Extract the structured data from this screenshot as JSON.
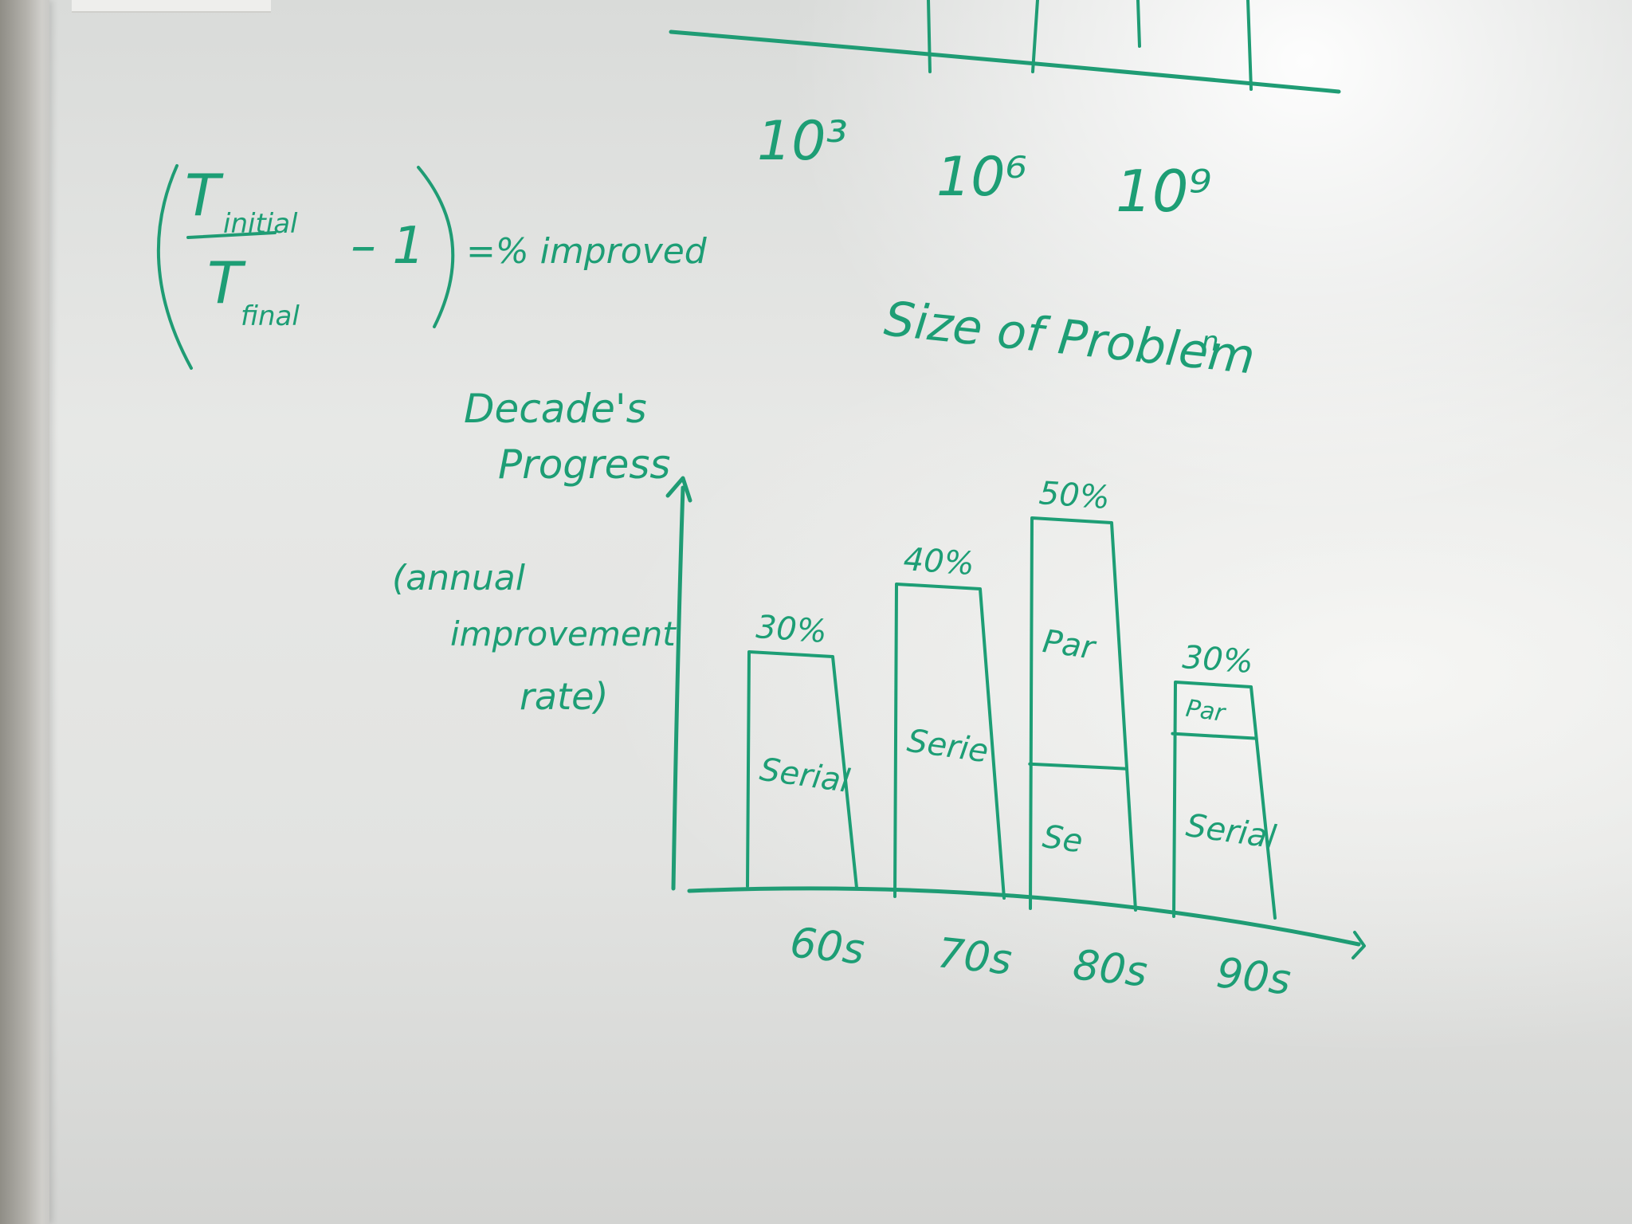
{
  "whiteboard": {
    "formula": {
      "numerator_symbol": "T",
      "numerator_subscript": "initial",
      "denominator_symbol": "T",
      "denominator_subscript": "final",
      "minus_one": "– 1",
      "result": "=% improved"
    },
    "top_axis": {
      "tick_labels": [
        "10³",
        "10⁶",
        "10⁹"
      ],
      "title": "Size of Problem",
      "trailing_mark": "n"
    },
    "bar_chart_labels": {
      "y_title_line1": "Decade's",
      "y_title_line2": "Progress",
      "y_subtitle_line1": "(annual",
      "y_subtitle_line2": "improvement",
      "y_subtitle_line3": "rate)"
    }
  },
  "ink_color": "#1d9e75",
  "chart_data": {
    "type": "bar",
    "categories": [
      "60s",
      "70s",
      "80s",
      "90s"
    ],
    "values": [
      30,
      40,
      50,
      30
    ],
    "unit": "%",
    "value_labels": [
      "30%",
      "40%",
      "50%",
      "30%"
    ],
    "segments": [
      [
        {
          "label": "Serial",
          "share": 1.0
        }
      ],
      [
        {
          "label": "Serie",
          "share": 1.0
        }
      ],
      [
        {
          "label": "Par",
          "share": 0.63
        },
        {
          "label": "Se",
          "share": 0.37
        }
      ],
      [
        {
          "label": "Par",
          "share": 0.22
        },
        {
          "label": "Serial",
          "share": 0.78
        }
      ]
    ],
    "ylabel": "Decade's Progress (annual improvement rate)",
    "ylim": [
      0,
      65
    ],
    "grid": false
  }
}
